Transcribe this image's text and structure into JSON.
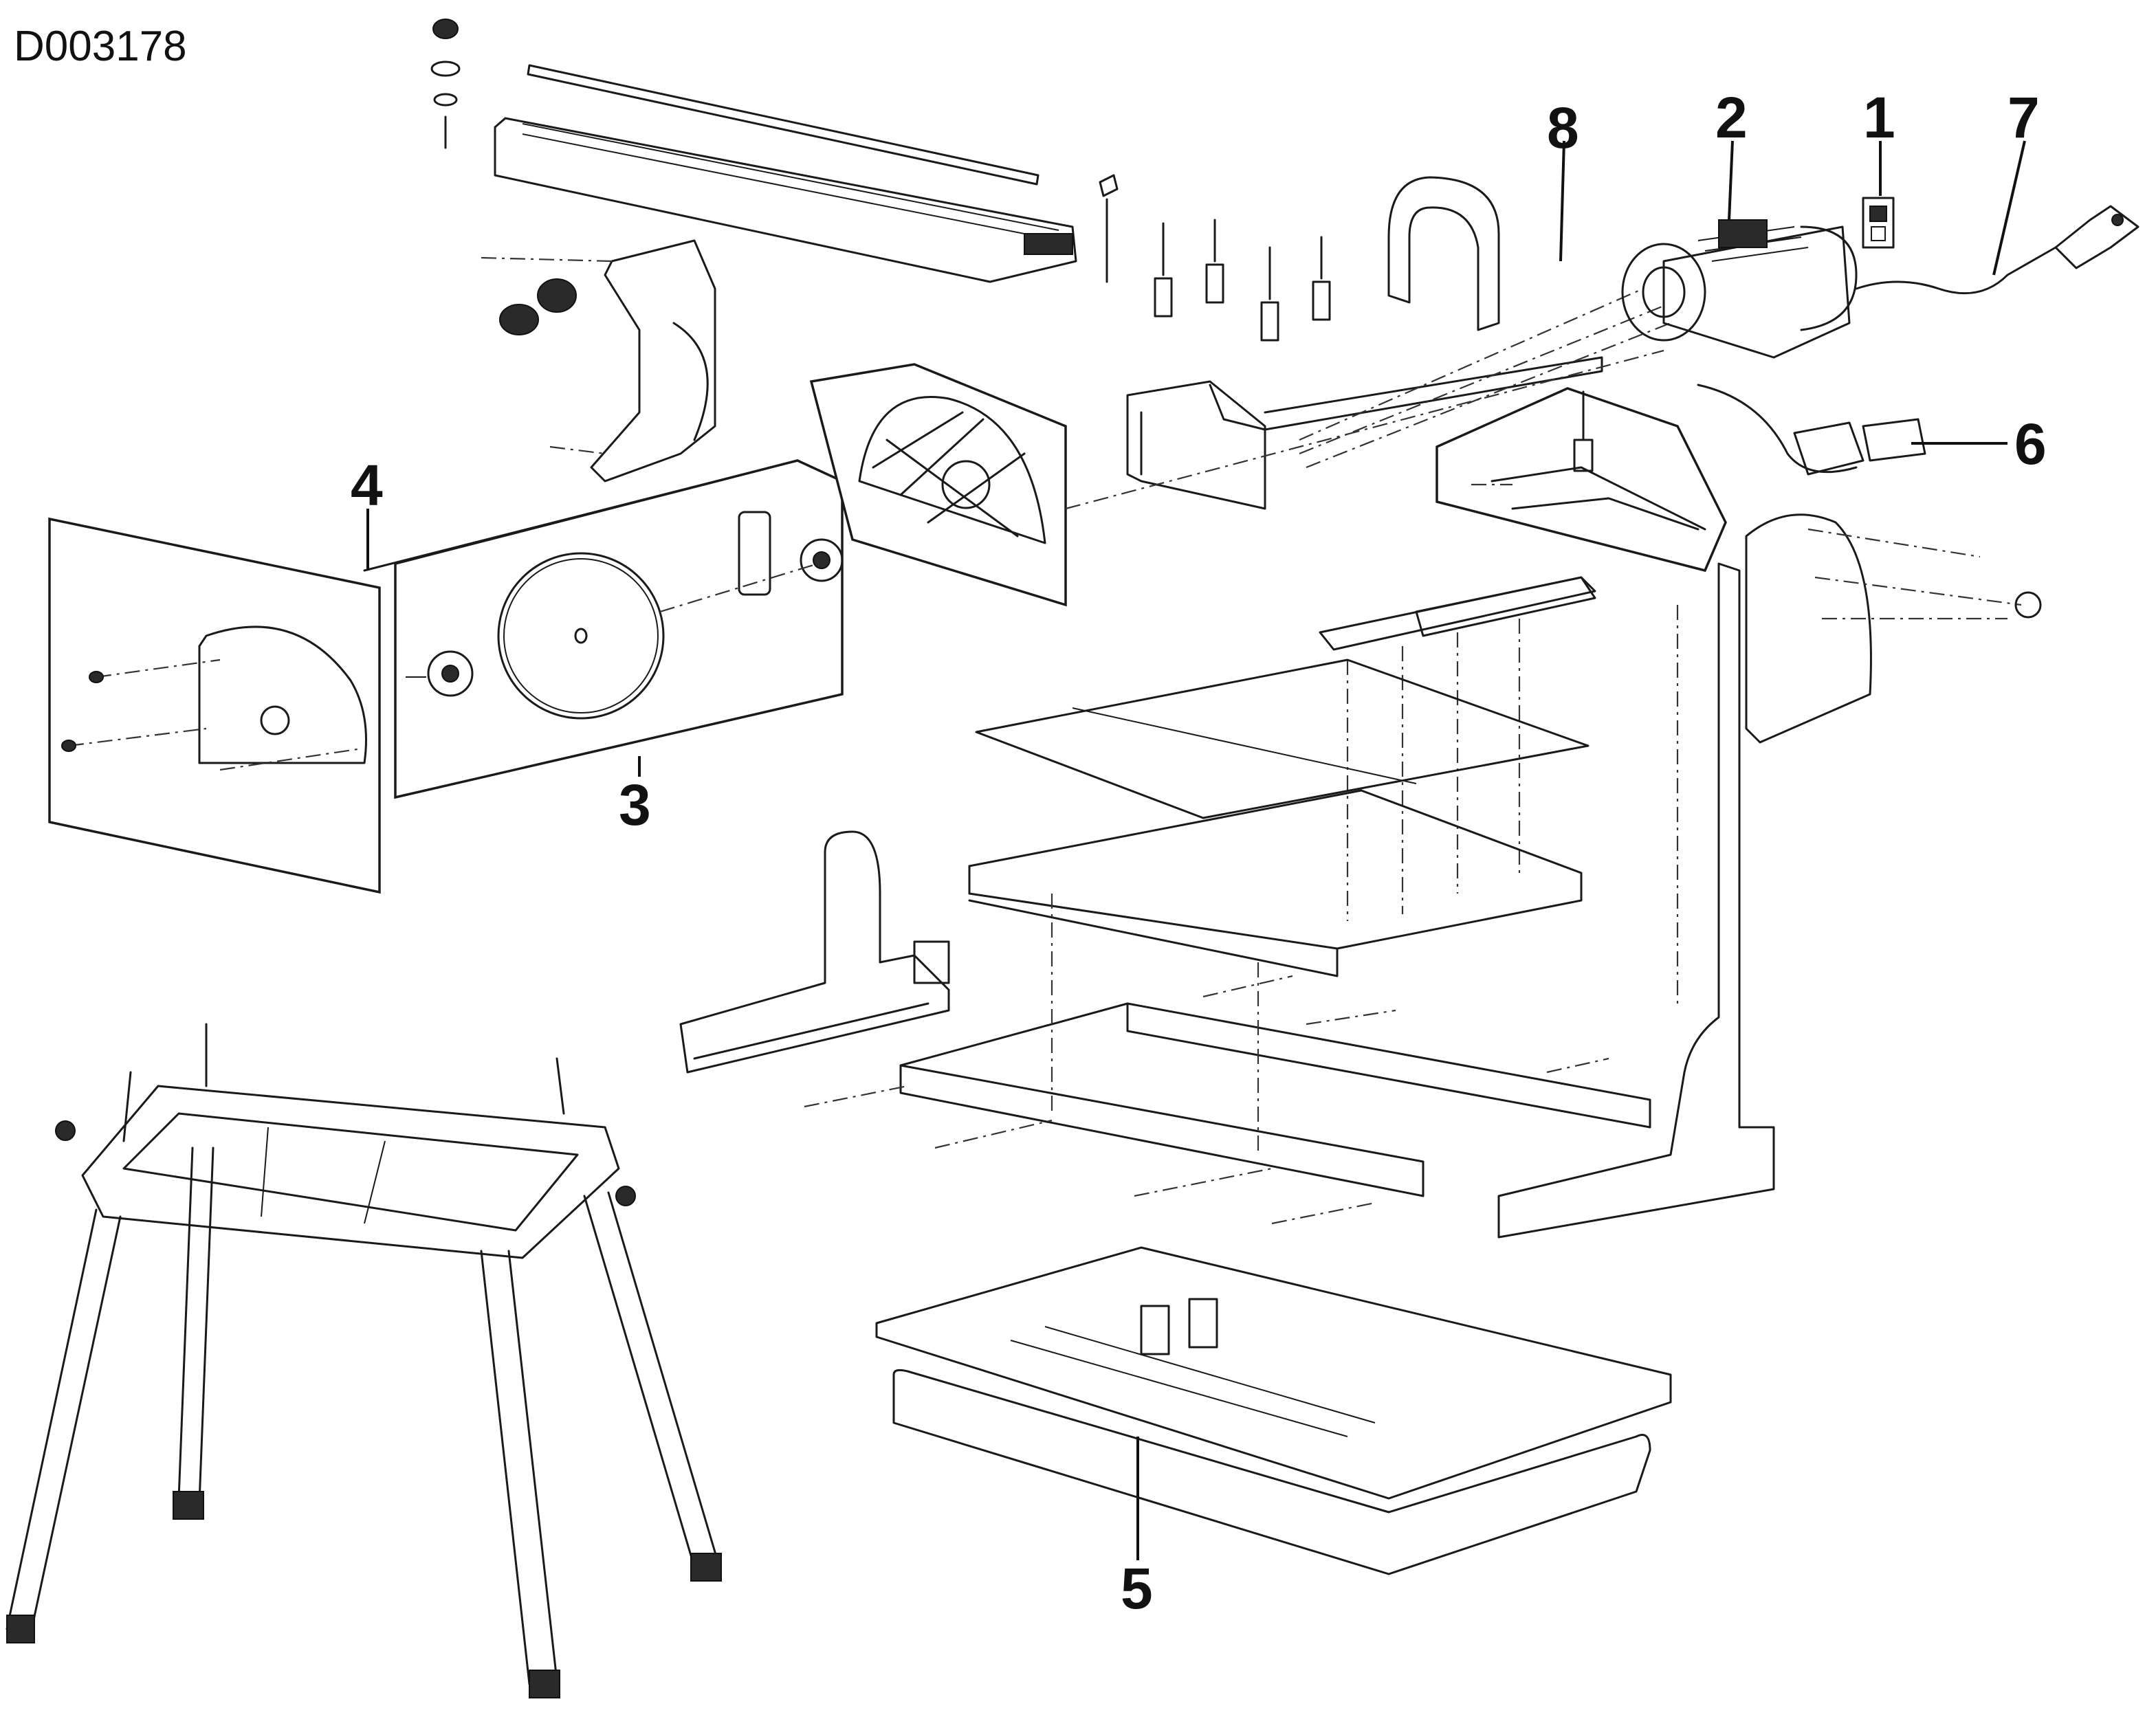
{
  "document_id": "D003178",
  "callouts": {
    "c1": "1",
    "c2": "2",
    "c3": "3",
    "c4": "4",
    "c5": "5",
    "c6": "6",
    "c7": "7",
    "c8": "8"
  },
  "colors": {
    "ink": "#1a1a1a",
    "paper": "#ffffff"
  }
}
